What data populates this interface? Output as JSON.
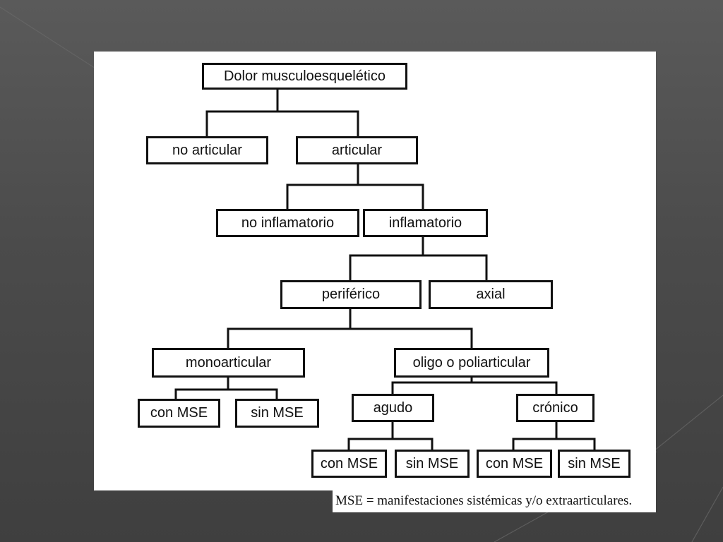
{
  "diagram": {
    "root": "Dolor musculoesquelético",
    "level1": {
      "left": "no articular",
      "right": "articular"
    },
    "level2": {
      "left": "no inflamatorio",
      "right": "inflamatorio"
    },
    "level3": {
      "left": "periférico",
      "right": "axial"
    },
    "level4": {
      "left": "monoarticular",
      "right": "oligo o poliarticular"
    },
    "mono_children": {
      "left": "con MSE",
      "right": "sin MSE"
    },
    "oligo_children": {
      "left": "agudo",
      "right": "crónico"
    },
    "agudo_children": {
      "left": "con MSE",
      "right": "sin MSE"
    },
    "cronico_children": {
      "left": "con MSE",
      "right": "sin MSE"
    }
  },
  "legend": {
    "text": "MSE = manifestaciones sistémicas y/o extraarticulares."
  }
}
